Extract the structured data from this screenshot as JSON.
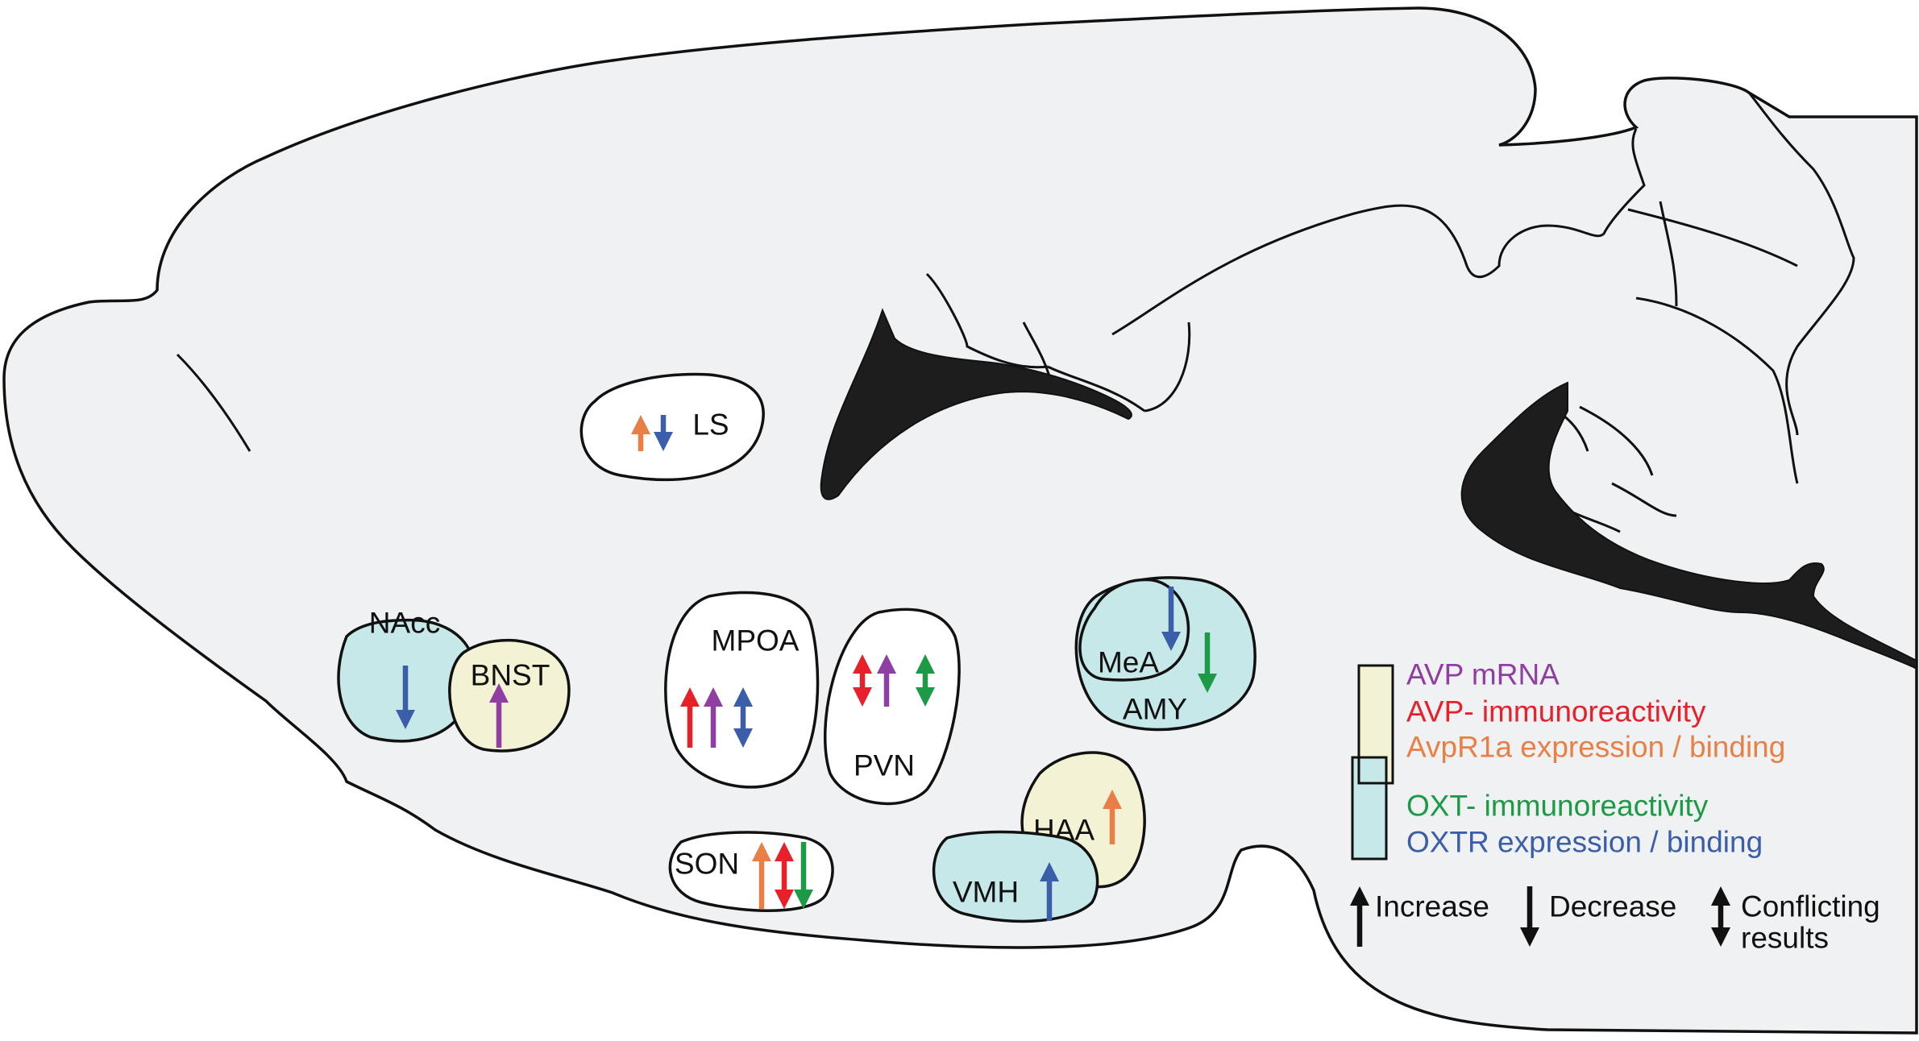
{
  "colors": {
    "brain_fill": "#eff1f2",
    "outline": "#111111",
    "ventricle": "#1d1d1d",
    "avp_zone": "#f3f2d4",
    "oxt_zone": "#c7e8e8",
    "white_zone": "#ffffff",
    "avp_mrna": "#8e3fa1",
    "avp_ir": "#e8202a",
    "avpr1a": "#ea7f45",
    "oxt_ir": "#1d9a46",
    "oxtr": "#3a5ea9"
  },
  "regions": [
    {
      "id": "ls",
      "label": "LS",
      "zone": "white",
      "arrows": [
        {
          "dir": "up",
          "marker": "avpr1a"
        },
        {
          "dir": "down",
          "marker": "oxtr"
        }
      ]
    },
    {
      "id": "nacc",
      "label": "NAcc",
      "zone": "oxt",
      "arrows": [
        {
          "dir": "down",
          "marker": "oxtr"
        }
      ]
    },
    {
      "id": "bnst",
      "label": "BNST",
      "zone": "avp",
      "arrows": [
        {
          "dir": "up",
          "marker": "avp_mrna"
        }
      ]
    },
    {
      "id": "mpoa",
      "label": "MPOA",
      "zone": "white",
      "arrows": [
        {
          "dir": "up",
          "marker": "avp_ir"
        },
        {
          "dir": "up",
          "marker": "avp_mrna"
        },
        {
          "dir": "both",
          "marker": "oxtr"
        }
      ]
    },
    {
      "id": "pvn",
      "label": "PVN",
      "zone": "white",
      "arrows": [
        {
          "dir": "both",
          "marker": "avp_ir"
        },
        {
          "dir": "up",
          "marker": "avp_mrna"
        },
        {
          "dir": "both",
          "marker": "oxt_ir"
        }
      ]
    },
    {
      "id": "son",
      "label": "SON",
      "zone": "white",
      "arrows": [
        {
          "dir": "up",
          "marker": "avpr1a"
        },
        {
          "dir": "both",
          "marker": "avp_ir"
        },
        {
          "dir": "down",
          "marker": "oxt_ir"
        }
      ]
    },
    {
      "id": "amy",
      "label": "AMY",
      "zone": "oxt",
      "arrows": [
        {
          "dir": "down",
          "marker": "oxt_ir"
        }
      ]
    },
    {
      "id": "mea",
      "label": "MeA",
      "zone": "oxt",
      "arrows": [
        {
          "dir": "down",
          "marker": "oxtr"
        }
      ]
    },
    {
      "id": "haa",
      "label": "HAA",
      "zone": "avp",
      "arrows": [
        {
          "dir": "up",
          "marker": "avpr1a"
        }
      ]
    },
    {
      "id": "vmh",
      "label": "VMH",
      "zone": "oxt",
      "arrows": [
        {
          "dir": "up",
          "marker": "oxtr"
        }
      ]
    }
  ],
  "legend": {
    "markers": [
      {
        "key": "avp_mrna",
        "label": "AVP mRNA"
      },
      {
        "key": "avp_ir",
        "label": "AVP- immunoreactivity"
      },
      {
        "key": "avpr1a",
        "label": "AvpR1a expression / binding"
      },
      {
        "key": "oxt_ir",
        "label": "OXT- immunoreactivity"
      },
      {
        "key": "oxtr",
        "label": "OXTR expression / binding"
      }
    ],
    "direction_key": {
      "increase": "Increase",
      "decrease": "Decrease",
      "conflicting_line1": "Conflicting",
      "conflicting_line2": "results"
    }
  }
}
